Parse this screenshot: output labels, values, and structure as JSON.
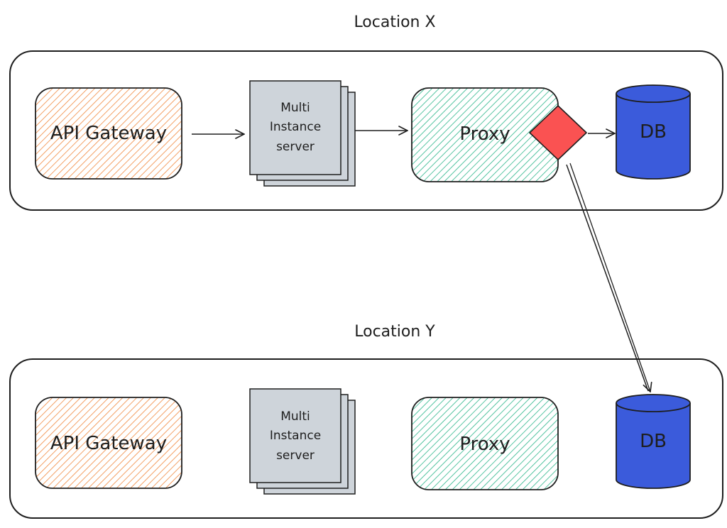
{
  "diagram": {
    "location_x": {
      "title": "Location X",
      "api_gateway": "API Gateway",
      "server": [
        "Multi",
        "Instance",
        "server"
      ],
      "proxy": "Proxy",
      "db": "DB"
    },
    "location_y": {
      "title": "Location Y",
      "api_gateway": "API Gateway",
      "server": [
        "Multi",
        "Instance",
        "server"
      ],
      "proxy": "Proxy",
      "db": "DB"
    },
    "colors": {
      "gateway": "#f0883e",
      "proxy": "#2bb58a",
      "server": "#ced4da",
      "db": "#3b5bdb",
      "diamond": "#fa5252",
      "stroke": "#1e1e1e"
    }
  }
}
